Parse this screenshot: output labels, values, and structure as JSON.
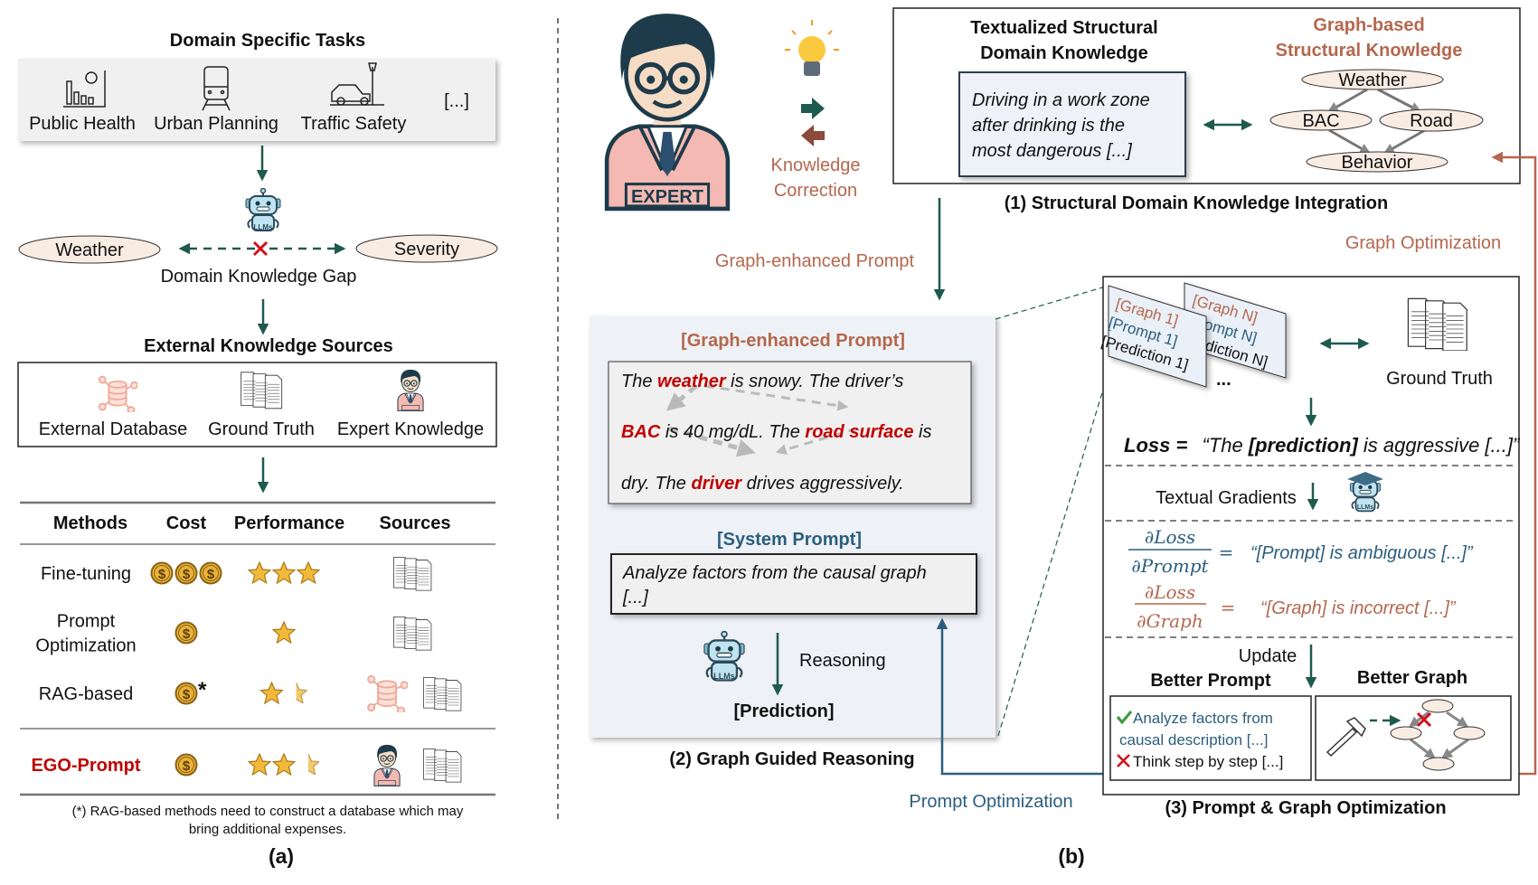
{
  "colors": {
    "arrow": "#1f5a4f",
    "brown": "#b5674d",
    "blue": "#2b5e7e",
    "red": "#c00000",
    "node_fill": "#f9ece3"
  },
  "panel_a": {
    "tasks_title": "Domain Specific Tasks",
    "tasks": [
      "Public Health",
      "Urban Planning",
      "Traffic Safety"
    ],
    "tasks_more": "[...]",
    "llm_label": "LLMs",
    "gap_nodes": [
      "Weather",
      "Severity"
    ],
    "gap_label": "Domain Knowledge Gap",
    "sources_title": "External Knowledge Sources",
    "sources": [
      "External Database",
      "Ground Truth",
      "Expert Knowledge"
    ],
    "expert_badge": "EXPERT",
    "table": {
      "headers": [
        "Methods",
        "Cost",
        "Performance",
        "Sources"
      ],
      "rows": [
        {
          "method": [
            "Fine-tuning"
          ],
          "cost": 3,
          "cost_note": "",
          "performance": 3,
          "sources": [
            "ground-truth"
          ],
          "highlight": false
        },
        {
          "method": [
            "Prompt",
            "Optimization"
          ],
          "cost": 1,
          "cost_note": "",
          "performance": 1,
          "sources": [
            "ground-truth"
          ],
          "highlight": false
        },
        {
          "method": [
            "RAG-based"
          ],
          "cost": 1,
          "cost_note": "*",
          "performance": 1.5,
          "sources": [
            "external-database",
            "ground-truth"
          ],
          "highlight": false
        },
        {
          "method": [
            "EGO-Prompt"
          ],
          "cost": 1,
          "cost_note": "",
          "performance": 2.5,
          "sources": [
            "expert",
            "ground-truth"
          ],
          "highlight": true
        }
      ]
    },
    "footnote": [
      "(*) RAG-based methods need to construct a database which may",
      "bring additional expenses."
    ],
    "caption": "(a)"
  },
  "panel_b": {
    "expert_badge": "EXPERT",
    "knowledge_correction": [
      "Knowledge",
      "Correction"
    ],
    "stage1": {
      "text_title": [
        "Textualized Structural",
        "Domain Knowledge"
      ],
      "text_body": [
        "Driving in a work zone",
        "after drinking is the",
        "most dangerous [...]"
      ],
      "graph_title": [
        "Graph-based",
        "Structural Knowledge"
      ],
      "graph_nodes": [
        "Weather",
        "BAC",
        "Road",
        "Behavior"
      ],
      "caption": "(1) Structural Domain Knowledge Integration"
    },
    "graph_optimization": "Graph Optimization",
    "graph_enhanced_prompt_label": "Graph-enhanced Prompt",
    "stage2": {
      "prompt_title": "[Graph-enhanced Prompt]",
      "prompt_lines": [
        [
          {
            "t": "The ",
            "hl": false
          },
          {
            "t": "weather",
            "hl": true
          },
          {
            "t": " is snowy. The driver’s",
            "hl": false
          }
        ],
        [
          {
            "t": "BAC",
            "hl": true
          },
          {
            "t": " is 40 mg/dL. The ",
            "hl": false
          },
          {
            "t": "road surface",
            "hl": true
          },
          {
            "t": " is",
            "hl": false
          }
        ],
        [
          {
            "t": "dry. The ",
            "hl": false
          },
          {
            "t": "driver",
            "hl": true
          },
          {
            "t": " drives aggressively.",
            "hl": false
          }
        ]
      ],
      "system_title": "[System Prompt]",
      "system_body": [
        "Analyze factors from the causal graph",
        "[...]"
      ],
      "llm_label": "LLMs",
      "reasoning": "Reasoning",
      "prediction": "[Prediction]",
      "caption": "(2) Graph Guided Reasoning"
    },
    "prompt_optimization": "Prompt Optimization",
    "stage3": {
      "card_1": [
        "[Graph 1]",
        "[Prompt 1]",
        "[Prediction 1]"
      ],
      "card_n": [
        "[Graph N]",
        "[Prompt N]",
        "[Prediction N]"
      ],
      "ellipsis": "...",
      "ground_truth": "Ground Truth",
      "loss_label": "Loss =",
      "loss_text": [
        {
          "t": "“The ",
          "b": false
        },
        {
          "t": "[prediction]",
          "b": true
        },
        {
          "t": " is aggressive [...]”",
          "b": false
        }
      ],
      "textual_gradients": "Textual Gradients",
      "llm_label": "LLMs",
      "grad_prompt": {
        "num": "∂Loss",
        "den": "∂Prompt",
        "eq": "=",
        "text": "“[Prompt] is ambiguous [...]”"
      },
      "grad_graph": {
        "num": "∂Loss",
        "den": "∂Graph",
        "eq": "=",
        "text": "“[Graph] is incorrect [...]”"
      },
      "update": "Update",
      "better_prompt": "Better Prompt",
      "better_graph": "Better Graph",
      "better_prompt_lines": [
        {
          "mark": "check",
          "text": "Analyze factors from"
        },
        {
          "mark": "",
          "text": "causal description [...]"
        },
        {
          "mark": "cross",
          "text": "Think step by step [...]"
        }
      ],
      "caption": "(3) Prompt & Graph Optimization"
    },
    "caption": "(b)"
  }
}
